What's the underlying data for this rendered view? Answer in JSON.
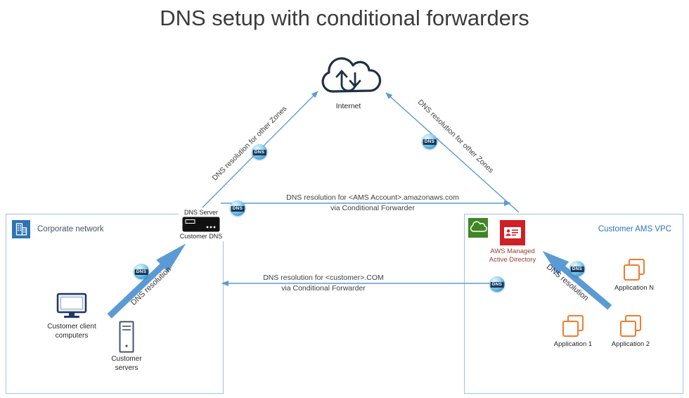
{
  "title": "DNS setup with conditional forwarders",
  "internet": {
    "label": "Internet"
  },
  "globe_badge": "DNS",
  "corporate_network": {
    "title": "Corporate network",
    "dns_server_top_label": "DNS Server",
    "dns_server_bottom_label": "Customer DNS",
    "client_computers_label": "Customer client computers",
    "servers_label": "Customer servers"
  },
  "ams_vpc": {
    "title": "Customer AMS VPC",
    "managed_ad_label": "AWS Managed Active Directory",
    "applications": [
      {
        "label": "Application N"
      },
      {
        "label": "Application 1"
      },
      {
        "label": "Application 2"
      }
    ]
  },
  "flows": {
    "corp_to_internet": "DNS resolution for other Zones",
    "vpc_to_internet": "DNS resolution for other Zones",
    "corp_to_vpc_line1": "DNS resolution for <AMS Account>.amazonaws.com",
    "corp_to_vpc_line2": "via Conditional Forwarder",
    "vpc_to_corp_line1": "DNS resolution for <customer>.COM",
    "vpc_to_corp_line2": "via Conditional Forwarder",
    "client_to_dns": "DNS resolution",
    "app_to_ad": "DNS resolution"
  },
  "colors": {
    "connector_blue": "#5b9bd5",
    "box_border_blue": "#9dc3e6",
    "corporate_icon_blue": "#2e74b5",
    "vpc_icon_green": "#3f8624",
    "active_directory_red": "#cf2026",
    "application_orange": "#ed7d31",
    "globe_blue": "#3ba2d9",
    "cloud_outline_navy": "#1f3045"
  },
  "icons": {
    "internet": "cloud-with-up-down-arrows",
    "corporate": "office-building",
    "vpc": "cloud",
    "managed_ad": "id-card",
    "client": "desktop-computer",
    "servers": "server-tower",
    "dns_server": "rack-server",
    "application": "stacked-windows",
    "globe": "dns-globe"
  }
}
